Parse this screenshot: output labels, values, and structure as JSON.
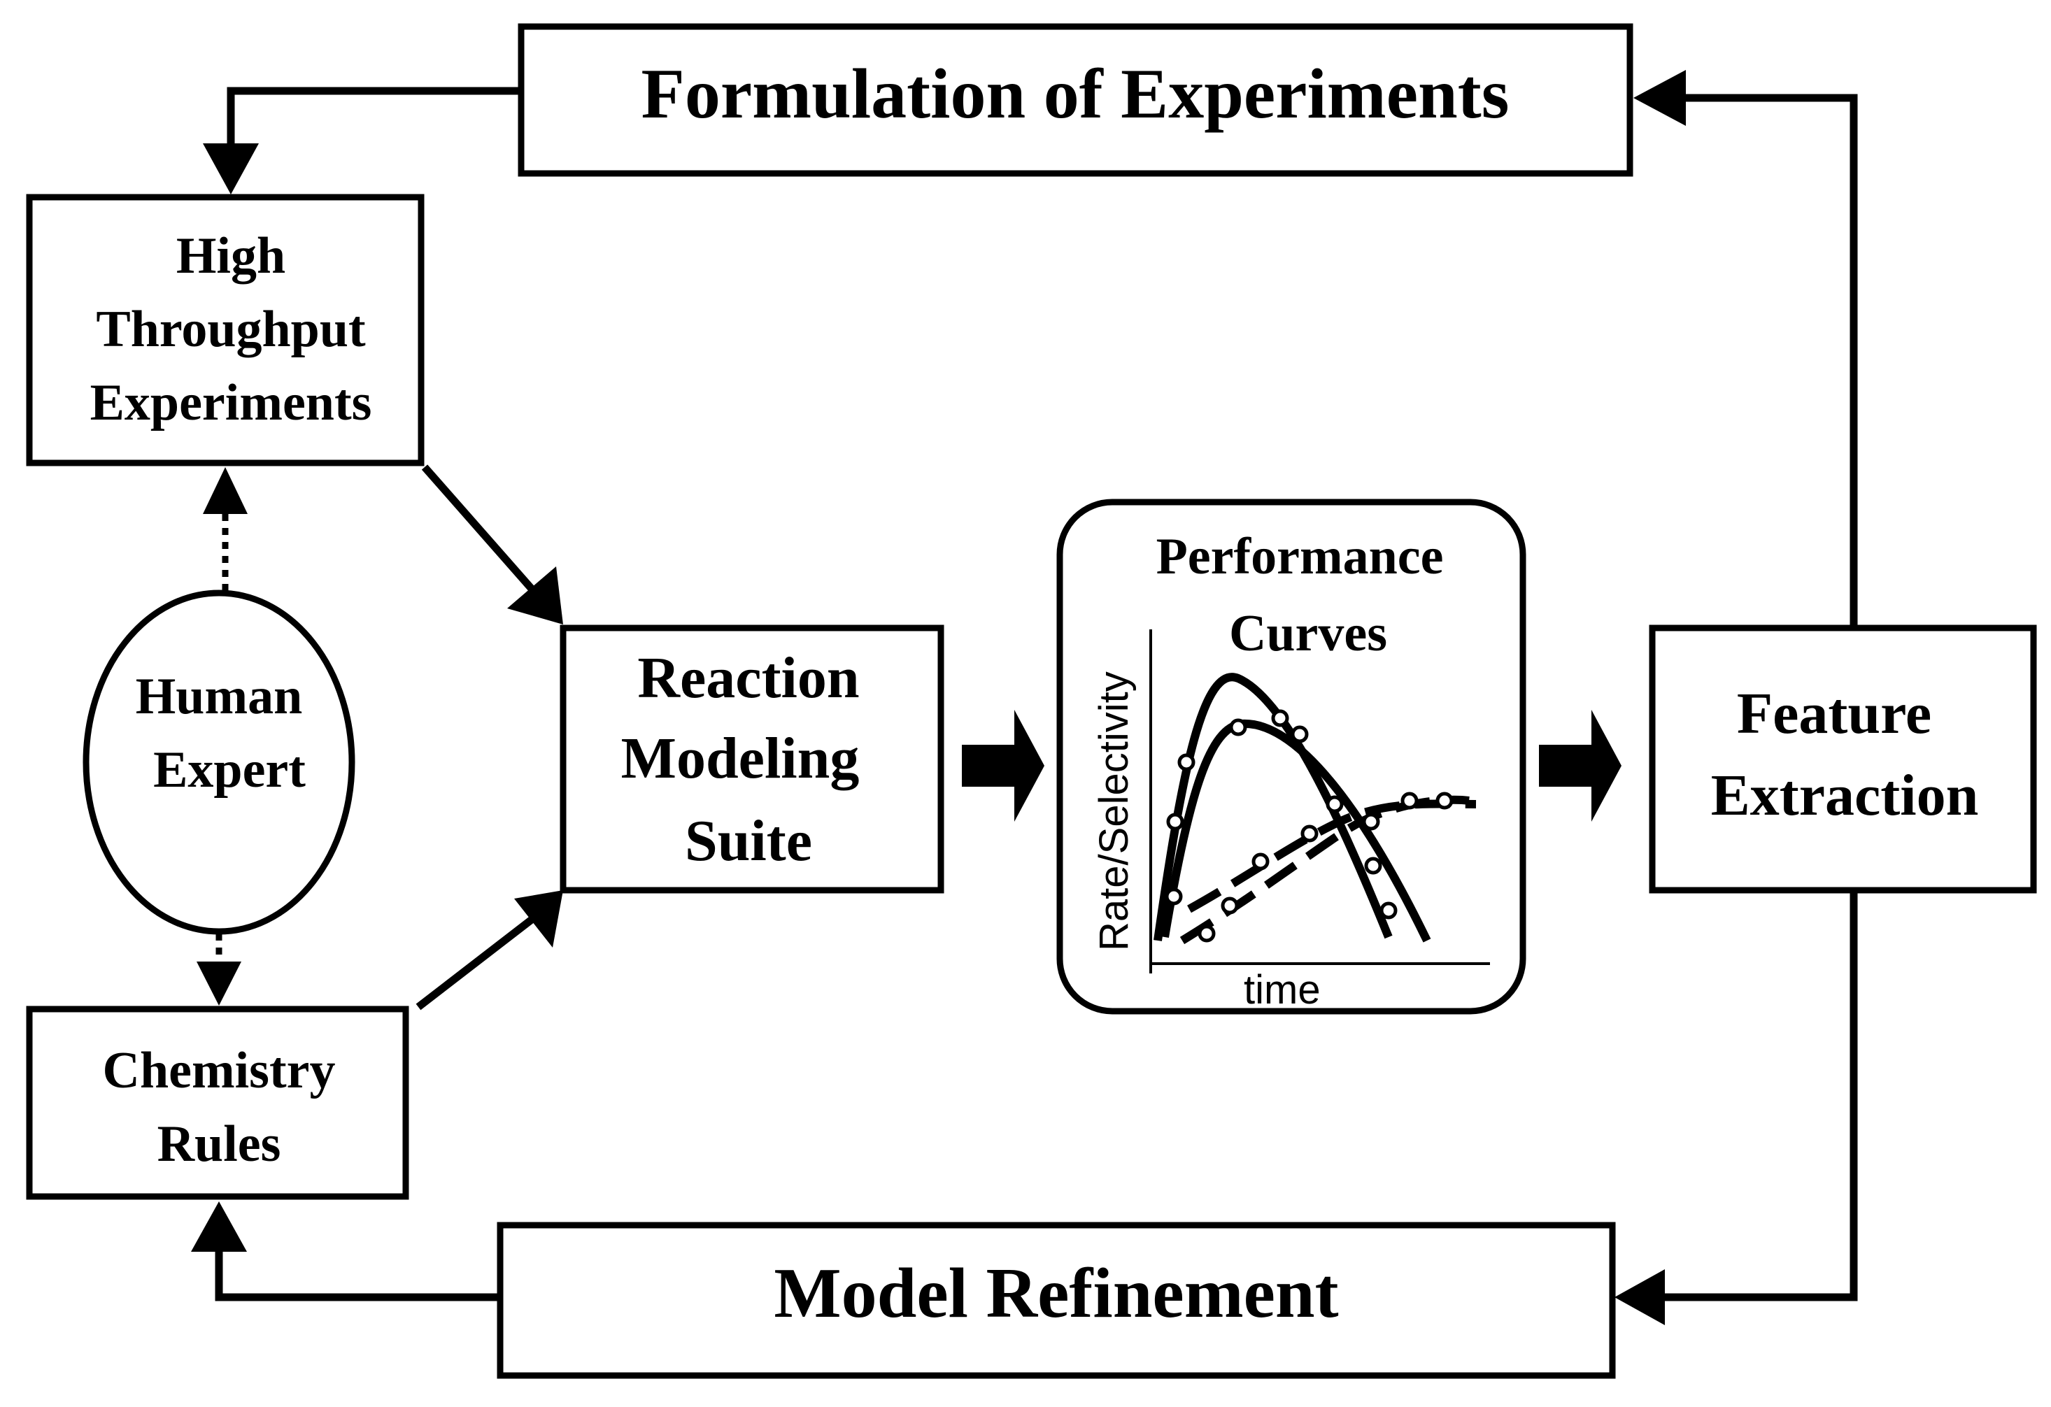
{
  "nodes": {
    "formulation": "Formulation of Experiments",
    "high_throughput": [
      "High",
      "Throughput",
      "Experiments"
    ],
    "human_expert": [
      "Human",
      "Expert"
    ],
    "chemistry_rules": [
      "Chemistry",
      "Rules"
    ],
    "reaction_modeling": [
      "Reaction",
      "Modeling",
      "Suite"
    ],
    "performance_curves": [
      "Performance",
      "Curves"
    ],
    "feature_extraction": [
      "Feature",
      "Extraction"
    ],
    "model_refinement": "Model Refinement"
  },
  "plot": {
    "ylabel": "Rate/Selectivity",
    "xlabel": "time"
  }
}
